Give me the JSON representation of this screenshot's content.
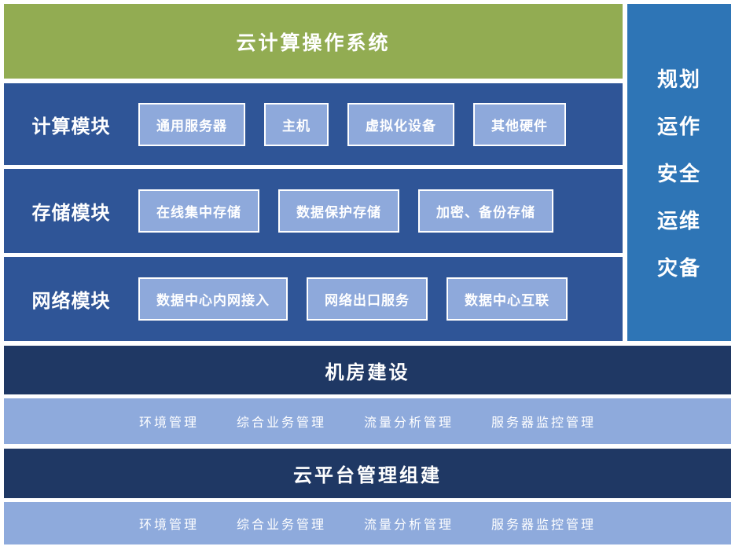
{
  "banner": {
    "title": "云计算操作系统"
  },
  "sidebar": {
    "items": [
      "规划",
      "运作",
      "安全",
      "运维",
      "灾备"
    ]
  },
  "module_rows": [
    {
      "label": "计算模块",
      "boxes": [
        "通用服务器",
        "主机",
        "虚拟化设备",
        "其他硬件"
      ]
    },
    {
      "label": "存储模块",
      "boxes": [
        "在线集中存储",
        "数据保护存储",
        "加密、备份存储"
      ]
    },
    {
      "label": "网络模块",
      "boxes": [
        "数据中心内网接入",
        "网络出口服务",
        "数据中心互联"
      ]
    }
  ],
  "bottom_sections": [
    {
      "title": "机房建设",
      "items": [
        "环境管理",
        "综合业务管理",
        "流量分析管理",
        "服务器监控管理"
      ]
    },
    {
      "title": "云平台管理组建",
      "items": [
        "环境管理",
        "综合业务管理",
        "流量分析管理",
        "服务器监控管理"
      ]
    }
  ],
  "colors": {
    "banner_green": "#92AC52",
    "row_blue": "#2F5597",
    "box_blue": "#8EA9DB",
    "sidebar_blue": "#2E75B6",
    "navy": "#1F3864",
    "light_bar_blue": "#8EAADC"
  }
}
